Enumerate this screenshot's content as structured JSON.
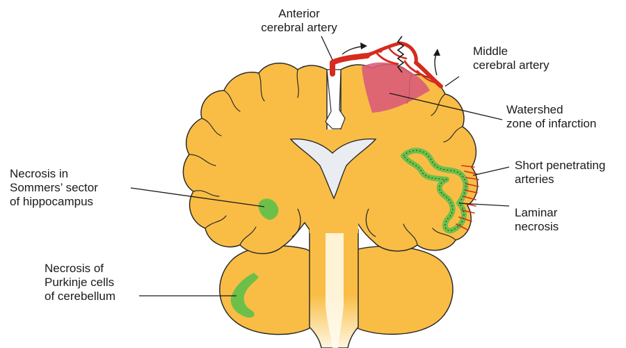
{
  "labels": {
    "anterior_cerebral_artery": [
      "Anterior",
      "cerebral artery"
    ],
    "middle_cerebral_artery": [
      "Middle",
      "cerebral artery"
    ],
    "watershed_zone": [
      "Watershed",
      "zone of infarction"
    ],
    "short_penetrating_arteries": [
      "Short penetrating",
      "arteries"
    ],
    "laminar_necrosis": [
      "Laminar",
      "necrosis"
    ],
    "hippocampus_necrosis": [
      "Necrosis in",
      "Sommers’ sector",
      "of hippocampus"
    ],
    "purkinje_necrosis": [
      "Necrosis of",
      "Purkinje cells",
      "of cerebellum"
    ]
  },
  "colors": {
    "brain_fill": "#f9bd45",
    "brain_outline": "#2b2b2b",
    "artery": "#d62b1e",
    "infarct": "#d95a7a",
    "necrosis": "#6cc04a",
    "ventricle": "#e9edf1",
    "leader_line": "#1a1a1a"
  }
}
